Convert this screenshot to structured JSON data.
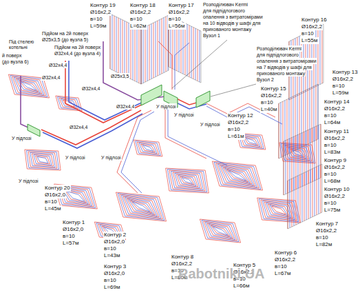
{
  "diagram": {
    "labels": [
      "Контур 19",
      "Ø16x2,2",
      "в=10",
      "L=59м",
      "Контур 18",
      "Ø16x2,2",
      "в=10",
      "L=62м",
      "Контур 17",
      "Ø16x2,2",
      "в=10",
      "L=56м",
      "Розподілювач Kermi",
      "для підпідлогового",
      "опалення з витратомірами",
      "на 10 відводів у шафі для",
      "прихованого монтажу",
      "Вузол 1",
      "Контур 16",
      "Ø16x2,2",
      "в=10",
      "L=55м",
      "Розподілювач Kermi",
      "для підпідлогового",
      "опалення з витратомірами",
      "на 7 відводів у шафі для",
      "прихованого монтажу",
      "Вузол 2",
      "Контур 15",
      "Ø16x2,2",
      "в=10",
      "L=40м",
      "Контур 13",
      "Ø16x2,2",
      "в=10",
      "L=59м",
      "Контур 14",
      "Ø16x2,2",
      "в=10",
      "L=64м",
      "Контур 12",
      "Ø16x2,2",
      "в=10",
      "L=61м",
      "Контур 11",
      "Ø16x2,2",
      "в=10",
      "L=83м",
      "Контур 9",
      "Ø16x2,2",
      "в=10",
      "L=68м",
      "Контур 10",
      "Ø16x2,2",
      "в=10",
      "L=75м",
      "Контур 7",
      "Ø16x2,2",
      "в=10",
      "L=82м",
      "Контур 6",
      "Ø16x2,2",
      "в=10",
      "L=67м",
      "Контур 5",
      "Ø16x2,2",
      "в=10",
      "L=66м",
      "Контур 8",
      "Ø16x2,2",
      "в=10",
      "L=80м",
      "Контур 3",
      "Ø16x2,0",
      "в=10",
      "L=69м",
      "Контур 2",
      "Ø16x2,0",
      "в=10",
      "L=43м",
      "Контур 1",
      "Ø16x2,0",
      "в=10",
      "L=57м",
      "Контур 20",
      "Ø16x2,0",
      "в=10",
      "L=45м",
      "Під стелею",
      "котельні",
      "й поверх",
      "(до вузла 6)",
      "Підйом на 2й поверх",
      "Ø25x3,5 (до вузла 5)",
      "Підйом на 2й поверх",
      "Ø32x4,4 (до вузла 4)",
      "Ø32x4,4",
      "Ø32x4,4",
      "Ø32x4,4",
      "Ø25x3,5",
      "Ø32x4,4",
      "Ø32x4,4",
      "У підлозі",
      "У підлозі",
      "У підлозі",
      "У підлозі",
      "У підлозі",
      "У підлозі",
      "У підлозі",
      "Rabotniki.UA"
    ]
  }
}
